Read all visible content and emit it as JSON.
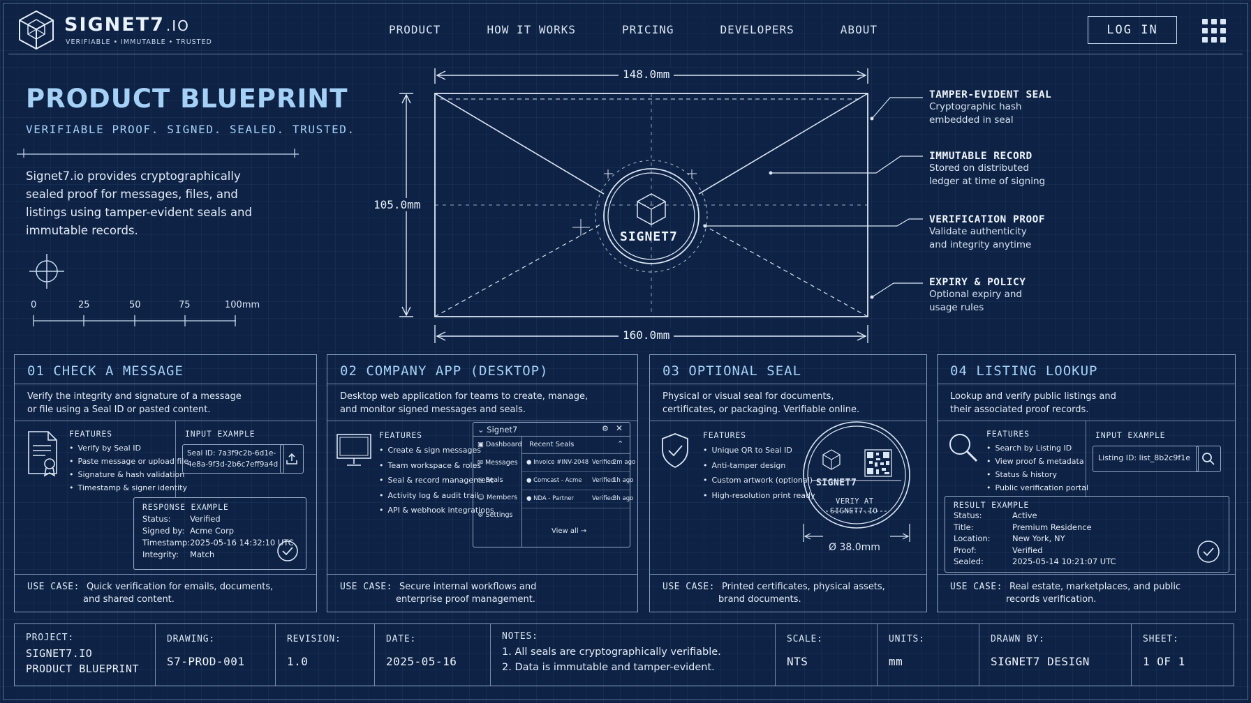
{
  "brand": {
    "name": "SIGNET7",
    "suffix": ".IO",
    "tagline": "VERIFIABLE • IMMUTABLE • TRUSTED"
  },
  "nav": {
    "items": [
      "PRODUCT",
      "HOW IT WORKS",
      "PRICING",
      "DEVELOPERS",
      "ABOUT"
    ],
    "login_label": "LOG IN"
  },
  "hero": {
    "title": "PRODUCT BLUEPRINT",
    "subtitle": "VERIFIABLE PROOF. SIGNED. SEALED. TRUSTED.",
    "intro": "Signet7.io provides cryptographically sealed proof for messages, files, and listings using tamper-evident seals and immutable records.",
    "ruler": [
      "0",
      "25",
      "50",
      "75",
      "100mm"
    ]
  },
  "envelope": {
    "width_label": "148.0mm",
    "height_label": "105.0mm",
    "bottom_label": "160.0mm",
    "seal_text": "SIGNET7"
  },
  "callouts": [
    {
      "title": "TAMPER-EVIDENT SEAL",
      "line1": "Cryptographic hash",
      "line2": "embedded in seal"
    },
    {
      "title": "IMMUTABLE RECORD",
      "line1": "Stored on distributed",
      "line2": "ledger at time of signing"
    },
    {
      "title": "VERIFICATION PROOF",
      "line1": "Validate authenticity",
      "line2": "and integrity anytime"
    },
    {
      "title": "EXPIRY & POLICY",
      "line1": "Optional expiry and",
      "line2": "usage rules"
    }
  ],
  "panels": {
    "p1": {
      "title": "01  CHECK A MESSAGE",
      "desc1": "Verify the integrity and signature of a message",
      "desc2": "or file using a Seal ID or pasted content.",
      "features_label": "FEATURES",
      "features": [
        "Verify by Seal ID",
        "Paste message or upload file",
        "Signature & hash validation",
        "Timestamp & signer identity"
      ],
      "input_label": "INPUT EXAMPLE",
      "input_line1": "Seal ID: 7a3f9c2b-6d1e-",
      "input_line2": "4e8a-9f3d-2b6c7eff9a4d",
      "response_label": "RESPONSE EXAMPLE",
      "response": [
        {
          "k": "Status:",
          "v": "Verified"
        },
        {
          "k": "Signed by:",
          "v": "Acme Corp"
        },
        {
          "k": "Timestamp:",
          "v": "2025-05-16 14:32:10 UTC"
        },
        {
          "k": "Integrity:",
          "v": "Match"
        }
      ],
      "usecase_label": "USE CASE:",
      "usecase1": "Quick verification for emails, documents,",
      "usecase2": "and shared content."
    },
    "p2": {
      "title": "02  COMPANY APP (DESKTOP)",
      "desc1": "Desktop web application for teams to create, manage,",
      "desc2": "and monitor signed messages and seals.",
      "features_label": "FEATURES",
      "features": [
        "Create & sign messages",
        "Team workspace & roles",
        "Seal & record management",
        "Activity log & audit trail",
        "API & webhook integrations"
      ],
      "app": {
        "title": "Signet7",
        "sidebar": [
          "Dashboard",
          "Messages",
          "Seals",
          "Members",
          "Settings"
        ],
        "recent_label": "Recent Seals",
        "rows": [
          {
            "name": "Invoice #INV-2048",
            "status": "Verified",
            "time": "2m ago"
          },
          {
            "name": "Comcast - Acme",
            "status": "Verified",
            "time": "1h ago"
          },
          {
            "name": "NDA - Partner",
            "status": "Verified",
            "time": "3h ago"
          }
        ],
        "view_all": "View all"
      },
      "usecase_label": "USE CASE:",
      "usecase1": "Secure internal workflows and",
      "usecase2": "enterprise proof management."
    },
    "p3": {
      "title": "03  OPTIONAL SEAL",
      "desc1": "Physical or visual seal for documents,",
      "desc2": "certificates, or packaging. Verifiable online.",
      "features_label": "FEATURES",
      "features": [
        "Unique QR to Seal ID",
        "Anti-tamper design",
        "Custom artwork (optional)",
        "High-resolution print ready"
      ],
      "seal_name": "SIGNET7",
      "seal_line1": "VERIY AT",
      "seal_line2": "SIGNET7.IO",
      "diameter": "Ø 38.0mm",
      "usecase_label": "USE CASE:",
      "usecase1": "Printed certificates, physical assets,",
      "usecase2": "brand documents."
    },
    "p4": {
      "title": "04  LISTING LOOKUP",
      "desc1": "Lookup and verify public listings and",
      "desc2": "their associated proof records.",
      "features_label": "FEATURES",
      "features": [
        "Search by Listing ID",
        "View proof & metadata",
        "Status & history",
        "Public verification portal"
      ],
      "input_label": "INPUT EXAMPLE",
      "input_value": "Listing ID: list_8b2c9f1e",
      "result_label": "RESULT EXAMPLE",
      "result": [
        {
          "k": "Status:",
          "v": "Active"
        },
        {
          "k": "Title:",
          "v": "Premium Residence"
        },
        {
          "k": "Location:",
          "v": "New York, NY"
        },
        {
          "k": "Proof:",
          "v": "Verified"
        },
        {
          "k": "Sealed:",
          "v": "2025-05-14 10:21:07 UTC"
        }
      ],
      "usecase_label": "USE CASE:",
      "usecase1": "Real estate, marketplaces, and public",
      "usecase2": "records verification."
    }
  },
  "titleblock": {
    "project_label": "PROJECT:",
    "project_line1": "SIGNET7.IO",
    "project_line2": "PRODUCT BLUEPRINT",
    "drawing_label": "DRAWING:",
    "drawing": "S7-PROD-001",
    "revision_label": "REVISION:",
    "revision": "1.0",
    "date_label": "DATE:",
    "date": "2025-05-16",
    "notes_label": "NOTES:",
    "note1": "1.  All seals are cryptographically verifiable.",
    "note2": "2.  Data is immutable and tamper-evident.",
    "scale_label": "SCALE:",
    "scale": "NTS",
    "units_label": "UNITS:",
    "units": "mm",
    "drawn_label": "DRAWN BY:",
    "drawn": "SIGNET7 DESIGN",
    "sheet_label": "SHEET:",
    "sheet": "1 OF 1"
  }
}
